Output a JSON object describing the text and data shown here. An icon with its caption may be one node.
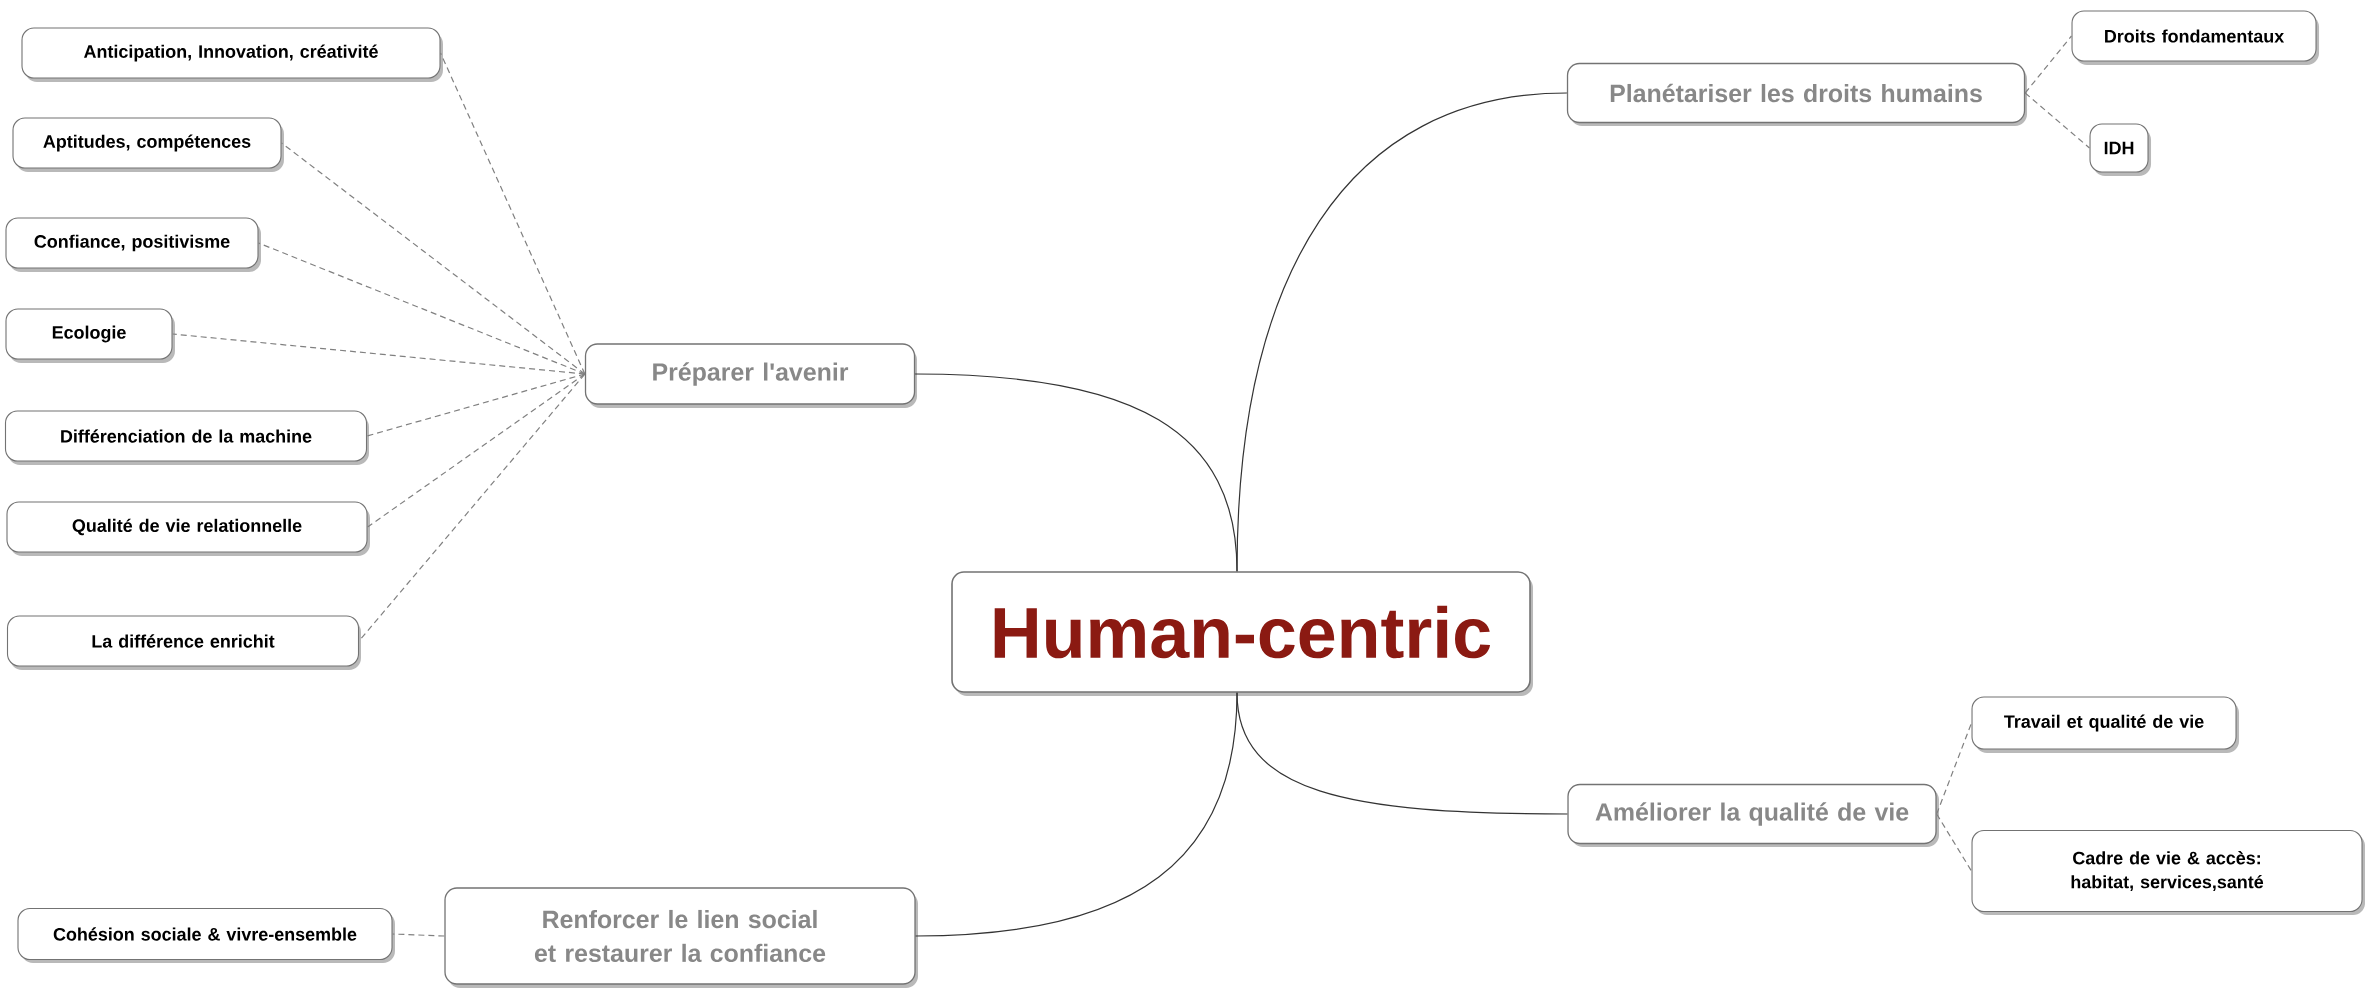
{
  "diagram": {
    "nodes": [
      {
        "text": [
          "Human-centric"
        ]
      },
      {
        "text": [
          "Planétariser les droits humains"
        ]
      },
      {
        "text": [
          "Droits fondamentaux"
        ]
      },
      {
        "text": [
          "IDH"
        ]
      },
      {
        "text": [
          "Préparer l'avenir"
        ]
      },
      {
        "text": [
          "Anticipation, Innovation, créativité"
        ]
      },
      {
        "text": [
          "Aptitudes, compétences"
        ]
      },
      {
        "text": [
          "Confiance, positivisme"
        ]
      },
      {
        "text": [
          "Ecologie"
        ]
      },
      {
        "text": [
          "Différenciation de la machine"
        ]
      },
      {
        "text": [
          "Qualité de vie relationnelle"
        ]
      },
      {
        "text": [
          "La différence enrichit"
        ]
      },
      {
        "text": [
          "Améliorer la qualité de vie"
        ]
      },
      {
        "text": [
          "Travail et qualité de vie"
        ]
      },
      {
        "text": [
          "Cadre de vie & accès: habitat, services,santé"
        ]
      },
      {
        "text": [
          "Renforcer le lien social et restaurer la confiance"
        ]
      },
      {
        "text": [
          "Cohésion sociale & vivre-ensemble"
        ]
      }
    ],
    "edges": [
      {
        "from": 0,
        "to": 1,
        "arrow": "none"
      },
      {
        "from": 0,
        "to": 4,
        "arrow": "none"
      },
      {
        "from": 0,
        "to": 12,
        "arrow": "none"
      },
      {
        "from": 0,
        "to": 15,
        "arrow": "none"
      },
      {
        "from": 1,
        "to": 2,
        "arrow": "none",
        "style": "dashed"
      },
      {
        "from": 1,
        "to": 3,
        "arrow": "none",
        "style": "dashed"
      },
      {
        "from": 4,
        "to": 5,
        "arrow": "none",
        "style": "dashed"
      },
      {
        "from": 4,
        "to": 6,
        "arrow": "none",
        "style": "dashed"
      },
      {
        "from": 4,
        "to": 7,
        "arrow": "none",
        "style": "dashed"
      },
      {
        "from": 4,
        "to": 8,
        "arrow": "none",
        "style": "dashed"
      },
      {
        "from": 4,
        "to": 9,
        "arrow": "none",
        "style": "dashed"
      },
      {
        "from": 4,
        "to": 10,
        "arrow": "none",
        "style": "dashed"
      },
      {
        "from": 4,
        "to": 11,
        "arrow": "none",
        "style": "dashed"
      },
      {
        "from": 12,
        "to": 13,
        "arrow": "none",
        "style": "dashed"
      },
      {
        "from": 12,
        "to": 14,
        "arrow": "none",
        "style": "dashed"
      },
      {
        "from": 15,
        "to": 16,
        "arrow": "none",
        "style": "dashed"
      }
    ]
  }
}
